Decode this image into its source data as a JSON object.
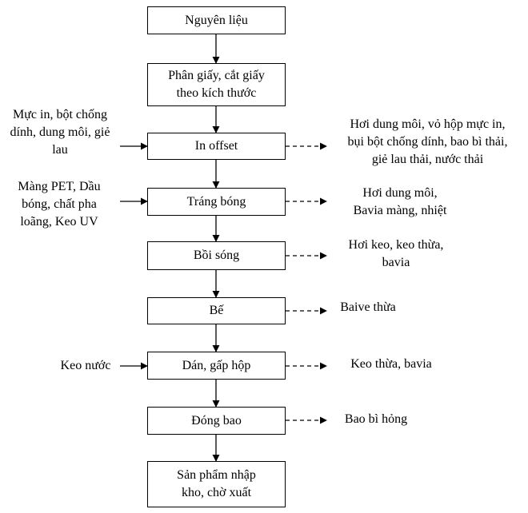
{
  "process_steps": [
    "Nguyên liệu",
    "Phân giấy, cắt giấy\ntheo kích thước",
    "In offset",
    "Tráng bóng",
    "Bồi sóng",
    "Bế",
    "Dán, gấp hộp",
    "Đóng bao",
    "Sản phẩm nhập\nkho, chờ xuất"
  ],
  "inputs": {
    "in_offset": "Mực in, bột chống\ndính, dung môi, giẻ\nlau",
    "trang_bong": "Màng PET, Dầu\nbóng, chất pha\nloãng, Keo UV",
    "dan_gap_hop": "Keo nước"
  },
  "outputs": {
    "in_offset": "Hơi dung môi, vỏ hộp mực in,\nbụi bột chống dính, bao bì thải,\ngiẻ lau thải, nước thải",
    "trang_bong": "Hơi dung môi,\nBavia màng, nhiệt",
    "boi_song": "Hơi keo, keo thừa,\nbavia",
    "be": "Baive thừa",
    "dan_gap_hop": "Keo thừa, bavia",
    "dong_bao": "Bao bì hỏng"
  }
}
